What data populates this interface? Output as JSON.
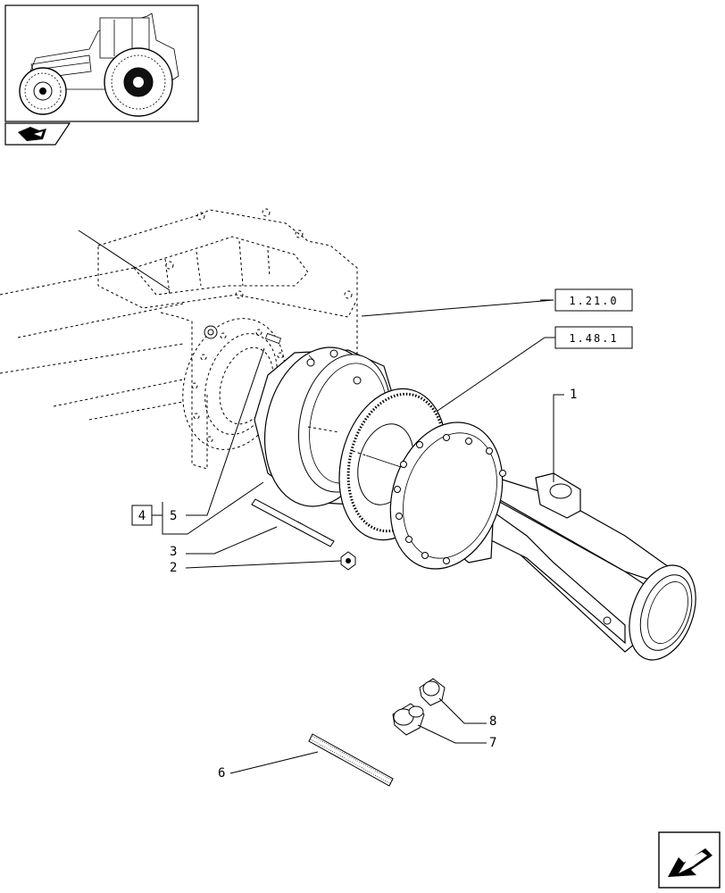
{
  "references": {
    "ref_1_21_0": "1.21.0",
    "ref_1_48_1": "1.48.1",
    "ref_4": "4"
  },
  "callouts": {
    "c1": "1",
    "c2": "2",
    "c3": "3",
    "c5": "5",
    "c6": "6",
    "c7": "7",
    "c8": "8"
  },
  "icons": {
    "thumbnail": "tractor-thumbnail-icon",
    "section": "section-book-icon",
    "nav": "next-page-arrow-icon"
  }
}
